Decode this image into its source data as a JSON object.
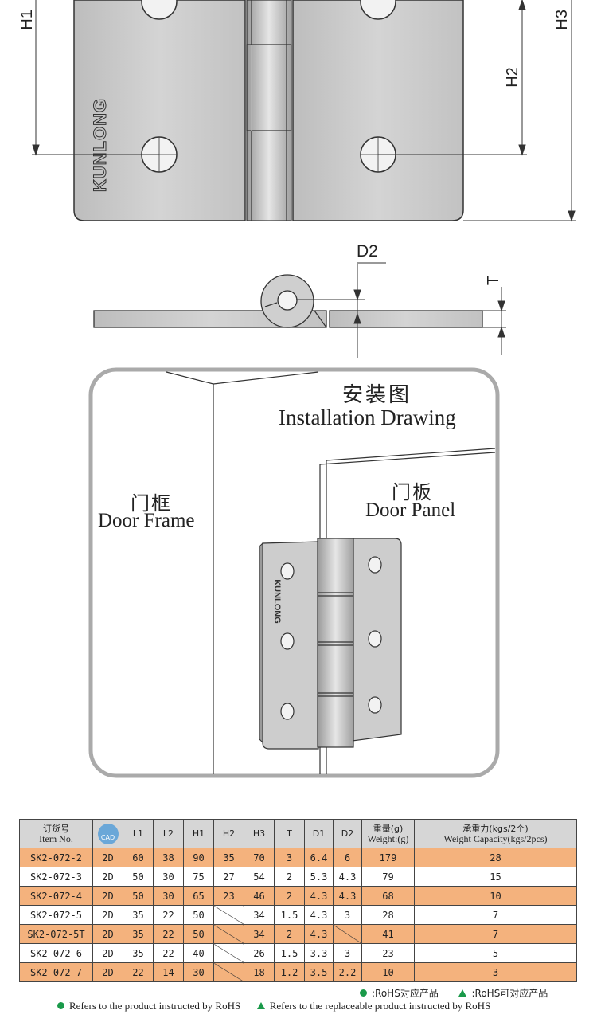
{
  "dims": {
    "h1_label": "H1",
    "h2_label": "H2",
    "h3_label": "H3",
    "d2_label": "D2",
    "t_label": "T"
  },
  "brand": "KUNLONG",
  "installation": {
    "title_cn": "安装图",
    "title_en": "Installation Drawing",
    "frame_cn": "门框",
    "frame_en": "Door Frame",
    "panel_cn": "门板",
    "panel_en": "Door Panel"
  },
  "table": {
    "headers": {
      "item_cn": "订货号",
      "item_en": "Item No.",
      "cad_top": "L",
      "cad_bottom": "CAD",
      "l1": "L1",
      "l2": "L2",
      "h1": "H1",
      "h2": "H2",
      "h3": "H3",
      "t": "T",
      "d1": "D1",
      "d2": "D2",
      "weight_cn": "重量(g)",
      "weight_en": "Weight:(g)",
      "capacity_cn": "承重力(kgs/2个)",
      "capacity_en": "Weight Capacity(kgs/2pcs)"
    },
    "rows": [
      {
        "item": "SK2-072-2",
        "cad": "2D",
        "l1": "60",
        "l2": "38",
        "h1": "90",
        "h2": "35",
        "h3": "70",
        "t": "3",
        "d1": "6.4",
        "d2": "6",
        "weight": "179",
        "capacity": "28"
      },
      {
        "item": "SK2-072-3",
        "cad": "2D",
        "l1": "50",
        "l2": "30",
        "h1": "75",
        "h2": "27",
        "h3": "54",
        "t": "2",
        "d1": "5.3",
        "d2": "4.3",
        "weight": "79",
        "capacity": "15"
      },
      {
        "item": "SK2-072-4",
        "cad": "2D",
        "l1": "50",
        "l2": "30",
        "h1": "65",
        "h2": "23",
        "h3": "46",
        "t": "2",
        "d1": "4.3",
        "d2": "4.3",
        "weight": "68",
        "capacity": "10"
      },
      {
        "item": "SK2-072-5",
        "cad": "2D",
        "l1": "35",
        "l2": "22",
        "h1": "50",
        "h2": "",
        "h3": "34",
        "t": "1.5",
        "d1": "4.3",
        "d2": "3",
        "weight": "28",
        "capacity": "7"
      },
      {
        "item": "SK2-072-5T",
        "cad": "2D",
        "l1": "35",
        "l2": "22",
        "h1": "50",
        "h2": "",
        "h3": "34",
        "t": "2",
        "d1": "4.3",
        "d2": "",
        "weight": "41",
        "capacity": "7"
      },
      {
        "item": "SK2-072-6",
        "cad": "2D",
        "l1": "35",
        "l2": "22",
        "h1": "40",
        "h2": "",
        "h3": "26",
        "t": "1.5",
        "d1": "3.3",
        "d2": "3",
        "weight": "23",
        "capacity": "5"
      },
      {
        "item": "SK2-072-7",
        "cad": "2D",
        "l1": "22",
        "l2": "14",
        "h1": "30",
        "h2": "",
        "h3": "18",
        "t": "1.2",
        "d1": "3.5",
        "d2": "2.2",
        "weight": "10",
        "capacity": "3"
      }
    ]
  },
  "legend": {
    "rohs_cn": ":RoHS对应产品",
    "replace_cn": ":RoHS可对应产品",
    "rohs_en": "Refers to the product instructed by RoHS",
    "replace_en": "Refers to the replaceable product instructed by RoHS"
  },
  "colors": {
    "highlight_row": "#f4b27d",
    "header_bg": "#d6d6d6",
    "rohs_green": "#1a9a4a",
    "cad_blue": "#6aa7d8"
  }
}
